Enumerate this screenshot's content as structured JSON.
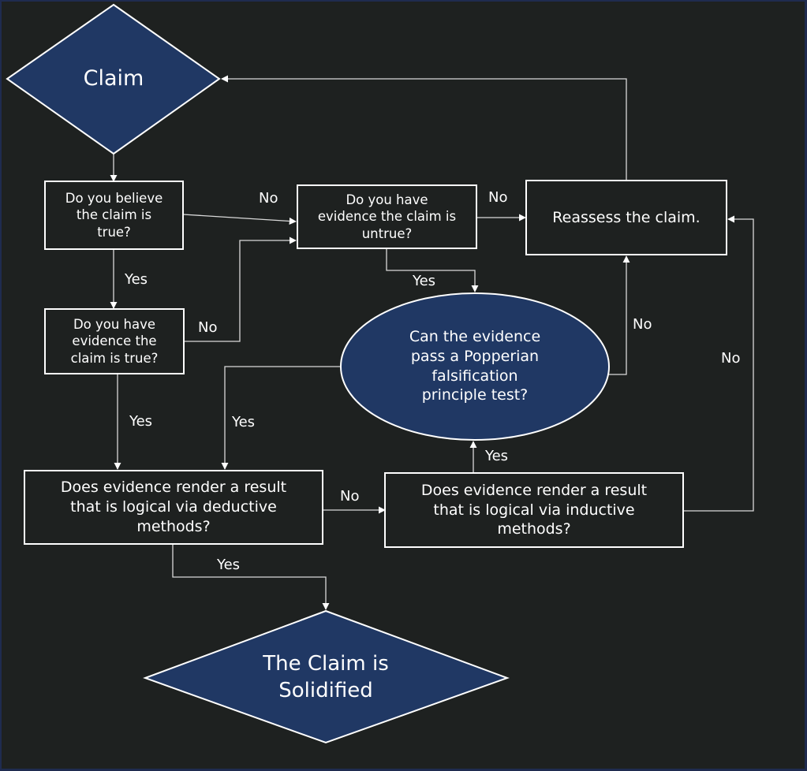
{
  "diagram": {
    "title": "Claim evaluation flowchart",
    "colors": {
      "background": "#1e2120",
      "frame": "#1f2b4f",
      "node_fill_blue": "#203864",
      "stroke": "#ffffff",
      "text": "#ffffff"
    },
    "nodes": {
      "claim": {
        "shape": "diamond",
        "text": "Claim"
      },
      "believe": {
        "shape": "rectangle",
        "text": "Do you believe\nthe claim is\ntrue?"
      },
      "evidence_true": {
        "shape": "rectangle",
        "text": "Do you have\nevidence the\nclaim is true?"
      },
      "evidence_untrue": {
        "shape": "rectangle",
        "text": "Do you have\nevidence the claim is\nuntrue?"
      },
      "reassess": {
        "shape": "rectangle",
        "text": "Reassess the claim."
      },
      "popper": {
        "shape": "ellipse",
        "text": "Can the evidence\npass a Popperian\nfalsification\nprinciple test?"
      },
      "deductive": {
        "shape": "rectangle",
        "text": "Does evidence render a result\nthat is logical via deductive\nmethods?"
      },
      "inductive": {
        "shape": "rectangle",
        "text": "Does evidence render a result\nthat is logical via inductive\nmethods?"
      },
      "solidified": {
        "shape": "diamond",
        "text": "The Claim is\nSolidified"
      }
    },
    "edges": [
      {
        "id": "claim-believe",
        "from": "claim",
        "to": "believe",
        "label": ""
      },
      {
        "id": "believe-untrue",
        "from": "believe",
        "to": "evidence_untrue",
        "label": "No"
      },
      {
        "id": "believe-evtrue",
        "from": "believe",
        "to": "evidence_true",
        "label": "Yes"
      },
      {
        "id": "evtrue-untrue",
        "from": "evidence_true",
        "to": "evidence_untrue",
        "label": "No"
      },
      {
        "id": "untrue-reassess",
        "from": "evidence_untrue",
        "to": "reassess",
        "label": "No"
      },
      {
        "id": "untrue-popper",
        "from": "evidence_untrue",
        "to": "popper",
        "label": "Yes"
      },
      {
        "id": "reassess-claim",
        "from": "reassess",
        "to": "claim",
        "label": ""
      },
      {
        "id": "popper-reassess",
        "from": "popper",
        "to": "reassess",
        "label": "No"
      },
      {
        "id": "evtrue-deductive",
        "from": "evidence_true",
        "to": "deductive",
        "label": "Yes"
      },
      {
        "id": "popper-deductive",
        "from": "popper",
        "to": "deductive",
        "label": "Yes"
      },
      {
        "id": "deductive-inductive",
        "from": "deductive",
        "to": "inductive",
        "label": "No"
      },
      {
        "id": "inductive-popper",
        "from": "inductive",
        "to": "popper",
        "label": "Yes"
      },
      {
        "id": "inductive-reassess",
        "from": "inductive",
        "to": "reassess",
        "label": "No"
      },
      {
        "id": "deductive-solidified",
        "from": "deductive",
        "to": "solidified",
        "label": "Yes"
      }
    ]
  }
}
